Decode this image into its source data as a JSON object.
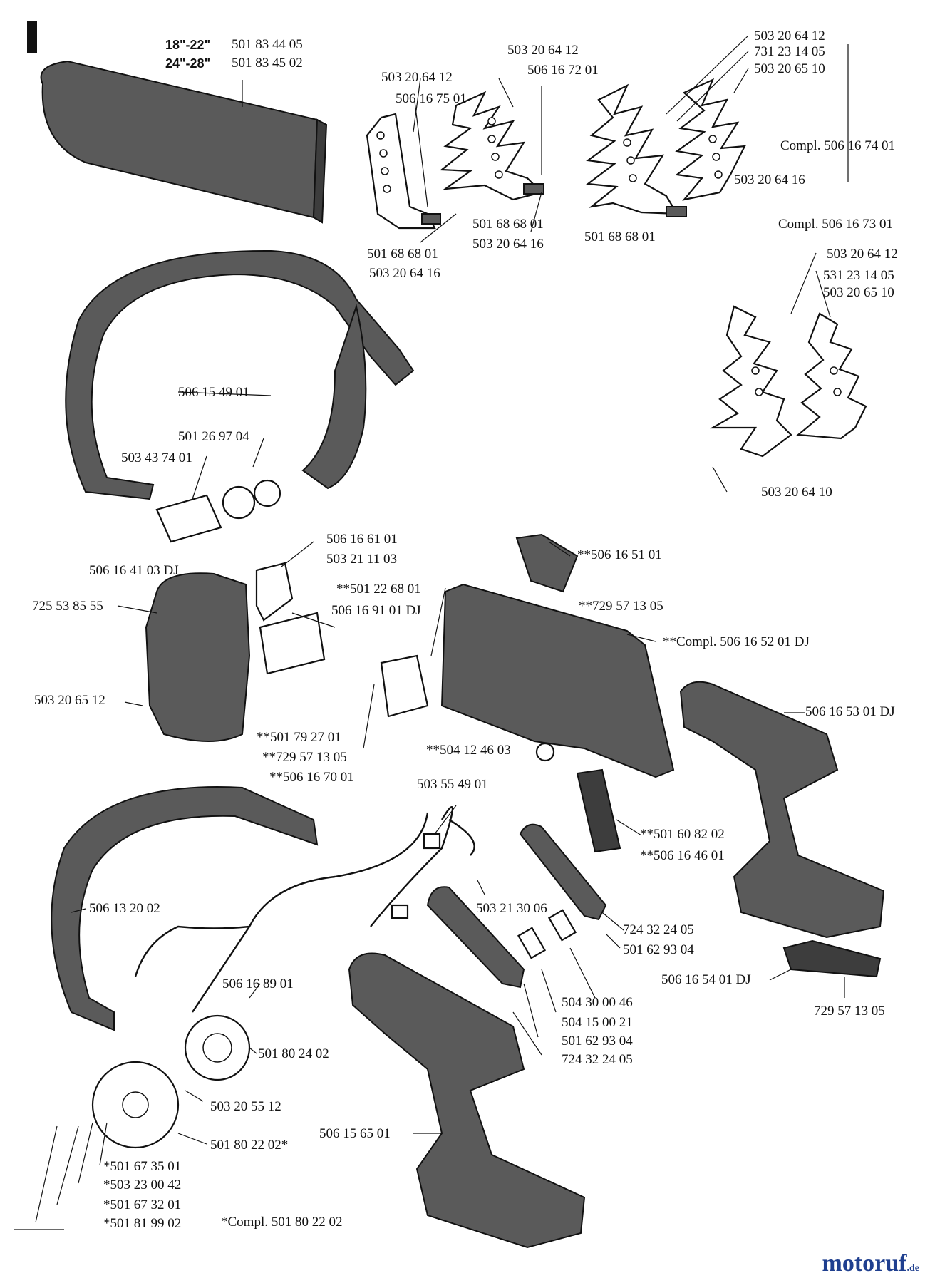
{
  "section": "I",
  "brand": {
    "name": "motoruf",
    "suffix": ".de"
  },
  "labels": [
    {
      "id": "bar-cover-size-18-22",
      "text": "18\"-22\"",
      "bold": true
    },
    {
      "id": "bar-cover-18-22",
      "text": "501 83 44 05"
    },
    {
      "id": "bar-cover-size-24-28",
      "text": "24\"-28\"",
      "bold": true
    },
    {
      "id": "bar-cover-24-28",
      "text": "501 83 45 02"
    },
    {
      "id": "small-spike-screw-top",
      "text": "503 20 64 12"
    },
    {
      "id": "small-spike-plate",
      "text": "506 16 75 01"
    },
    {
      "id": "small-spike-nut",
      "text": "501 68 68 01"
    },
    {
      "id": "small-spike-screw-bottom",
      "text": "503 20 64 16"
    },
    {
      "id": "mid-spike-screw-top",
      "text": "503 20 64 12"
    },
    {
      "id": "mid-spike-plate",
      "text": "506 16 72 01"
    },
    {
      "id": "mid-spike-nut",
      "text": "501 68 68 01"
    },
    {
      "id": "mid-spike-screw-bottom",
      "text": "503 20 64 16"
    },
    {
      "id": "big-spike-screw",
      "text": "503 20 64 12"
    },
    {
      "id": "big-spike-washer",
      "text": "731 23 14 05"
    },
    {
      "id": "big-spike-screw-2",
      "text": "503 20 65 10"
    },
    {
      "id": "big-spike-compl",
      "text": "Compl. 506 16 74 01"
    },
    {
      "id": "big-spike-screw-3",
      "text": "503 20 64 16"
    },
    {
      "id": "big-spike-nut",
      "text": "501 68 68 01"
    },
    {
      "id": "right-spike-compl",
      "text": "Compl. 506 16 73 01"
    },
    {
      "id": "right-spike-screw-1",
      "text": "503 20 64 12"
    },
    {
      "id": "right-spike-washer",
      "text": "531 23 14 05"
    },
    {
      "id": "right-spike-screw-2",
      "text": "503 20 65 10"
    },
    {
      "id": "right-spike-screw-3",
      "text": "503 20 64 10"
    },
    {
      "id": "front-handle",
      "text": "506 15 49 01"
    },
    {
      "id": "dampener-washer",
      "text": "501 26 97 04"
    },
    {
      "id": "dampener-sleeve",
      "text": "503 43 74 01"
    },
    {
      "id": "muffler-bracket",
      "text": "506 16 61 01"
    },
    {
      "id": "muffler-bracket-screw",
      "text": "503 21 11 03"
    },
    {
      "id": "muffler",
      "text": "506 16 41 03 DJ"
    },
    {
      "id": "muffler-screw",
      "text": "725 53 85 55"
    },
    {
      "id": "muffler-gasket",
      "text": "506 16 91 01 DJ"
    },
    {
      "id": "muffler-screw-2",
      "text": "503 20 65 12"
    },
    {
      "id": "muffler-bolt",
      "text": "**501 79 27 01"
    },
    {
      "id": "cover-screw",
      "text": "**729 57 13 05"
    },
    {
      "id": "cover-plate",
      "text": "**506 16 70 01"
    },
    {
      "id": "guide-pin",
      "text": "**501 22 68 01"
    },
    {
      "id": "chain-guard",
      "text": "**506 16 51 01"
    },
    {
      "id": "chain-guard-screw",
      "text": "**729 57 13 05"
    },
    {
      "id": "clutch-cover",
      "text": "**Compl. 506 16 52 01 DJ"
    },
    {
      "id": "clutch-cover-nut",
      "text": "**504 12 46 03"
    },
    {
      "id": "rear-handle-right",
      "text": "506 16 53 01 DJ"
    },
    {
      "id": "switch",
      "text": "503 55 49 01"
    },
    {
      "id": "plate-pin",
      "text": "**501 60 82 02"
    },
    {
      "id": "plate",
      "text": "**506 16 46 01"
    },
    {
      "id": "switch-screw",
      "text": "503 21 30 06"
    },
    {
      "id": "heated-handle",
      "text": "506 13 20 02"
    },
    {
      "id": "screw-a",
      "text": "724 32 24 05"
    },
    {
      "id": "spacer-a",
      "text": "501 62 93 04"
    },
    {
      "id": "trigger-cover",
      "text": "506 16 54 01 DJ"
    },
    {
      "id": "trigger-screw",
      "text": "729 57 13 05"
    },
    {
      "id": "wiring-harness",
      "text": "506 16 89 01"
    },
    {
      "id": "sleeve-a",
      "text": "504 30 00 46"
    },
    {
      "id": "sleeve-b",
      "text": "504 15 00 21"
    },
    {
      "id": "spacer-b",
      "text": "501 62 93 04"
    },
    {
      "id": "screw-b",
      "text": "724 32 24 05"
    },
    {
      "id": "generator",
      "text": "501 80 24 02"
    },
    {
      "id": "generator-screw",
      "text": "503 20 55 12"
    },
    {
      "id": "rear-handle",
      "text": "506 15 65 01"
    },
    {
      "id": "flywheel",
      "text": "501 80 22 02*"
    },
    {
      "id": "flywheel-part-1",
      "text": "*501 67 35 01"
    },
    {
      "id": "flywheel-part-2",
      "text": "*503 23 00 42"
    },
    {
      "id": "flywheel-part-3",
      "text": "*501 67 32 01"
    },
    {
      "id": "flywheel-part-4",
      "text": "*501 81 99 02"
    },
    {
      "id": "flywheel-compl",
      "text": "*Compl. 501 80 22 02"
    }
  ]
}
